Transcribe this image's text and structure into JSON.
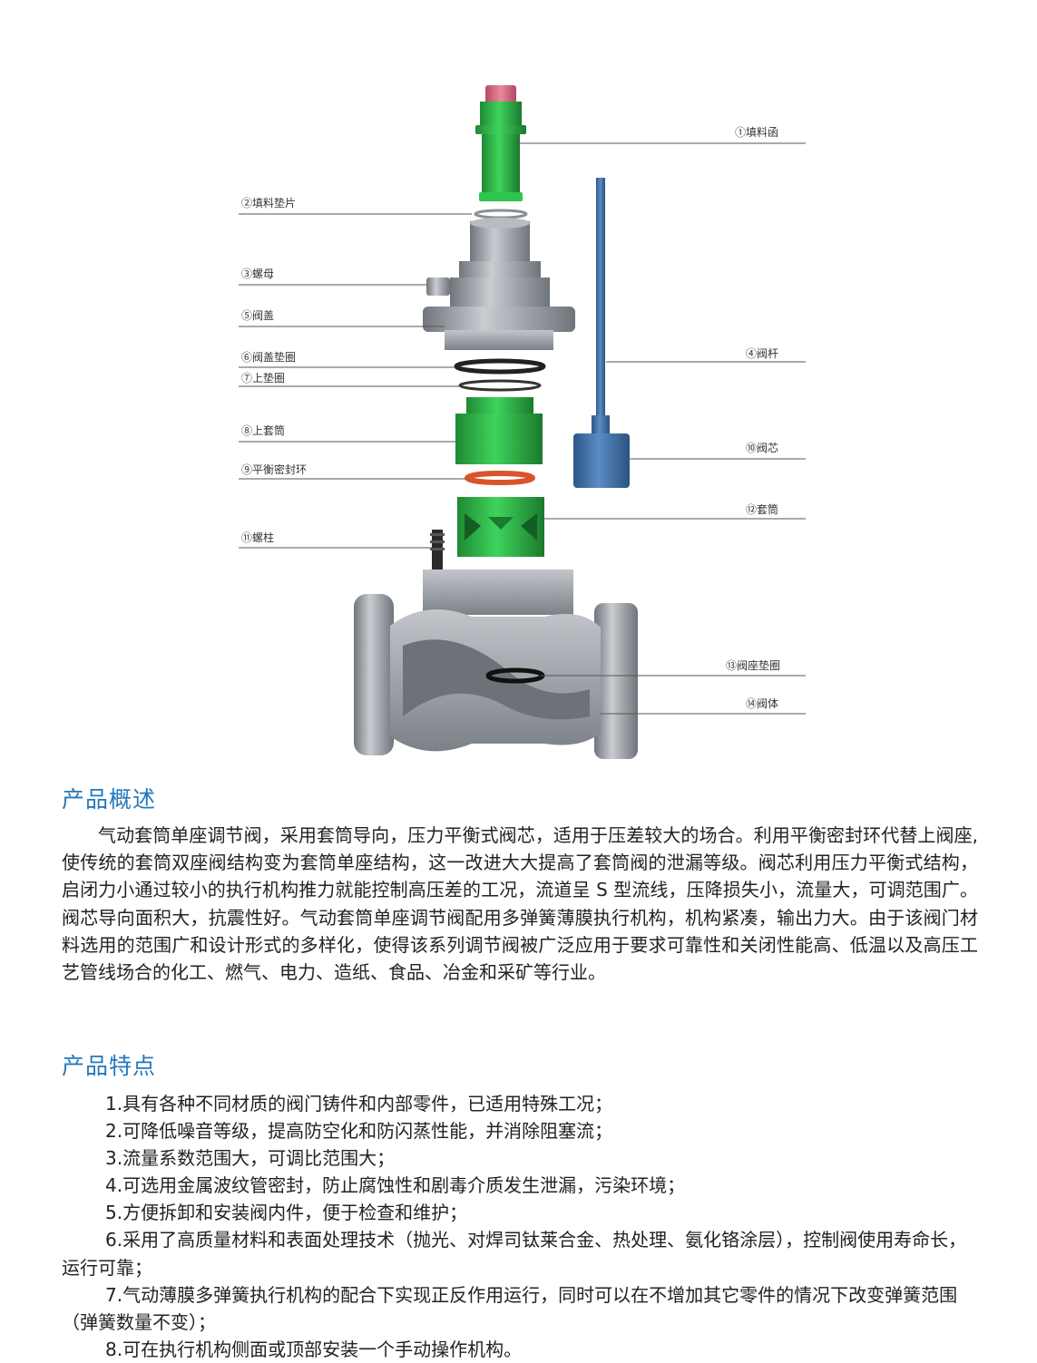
{
  "diagram": {
    "callouts": [
      {
        "id": "c1",
        "label": "①填料函"
      },
      {
        "id": "c2",
        "label": "②填料垫片"
      },
      {
        "id": "c3",
        "label": "③螺母"
      },
      {
        "id": "c5",
        "label": "⑤阀盖"
      },
      {
        "id": "c6",
        "label": "⑥阀盖垫圈"
      },
      {
        "id": "c7",
        "label": "⑦上垫圈"
      },
      {
        "id": "c8",
        "label": "⑧上套筒"
      },
      {
        "id": "c9",
        "label": "⑨平衡密封环"
      },
      {
        "id": "c11",
        "label": "⑪螺柱"
      },
      {
        "id": "c4",
        "label": "④阀杆"
      },
      {
        "id": "c10",
        "label": "⑩阀芯"
      },
      {
        "id": "c12",
        "label": "⑫套筒"
      },
      {
        "id": "c13",
        "label": "⑬阀座垫圈"
      },
      {
        "id": "c14",
        "label": "⑭阀体"
      }
    ],
    "colors": {
      "green": "#2fb84a",
      "green_dark": "#1e8a33",
      "pink": "#d4607a",
      "steel": "#a9adb3",
      "steel_dark": "#70757c",
      "stem_blue": "#3f6fa6",
      "ring_orange": "#d9542b"
    }
  },
  "overview": {
    "title": "产品概述",
    "paragraph": "气动套筒单座调节阀，采用套筒导向，压力平衡式阀芯，适用于压差较大的场合。利用平衡密封环代替上阀座,使传统的套筒双座阀结构变为套筒单座结构，这一改进大大提高了套筒阀的泄漏等级。阀芯利用压力平衡式结构，启闭力小通过较小的执行机构推力就能控制高压差的工况，流道呈 S 型流线，压降损失小，流量大，可调范围广。阀芯导向面积大，抗震性好。气动套筒单座调节阀配用多弹簧薄膜执行机构，机构紧凑，输出力大。由于该阀门材料选用的范围广和设计形式的多样化，使得该系列调节阀被广泛应用于要求可靠性和关闭性能高、低温以及高压工艺管线场合的化工、燃气、电力、造纸、食品、冶金和采矿等行业。"
  },
  "features": {
    "title": "产品特点",
    "items": [
      "1.具有各种不同材质的阀门铸件和内部零件，已适用特殊工况；",
      "2.可降低噪音等级，提高防空化和防闪蒸性能，并消除阻塞流；",
      "3.流量系数范围大，可调比范围大；",
      "4.可选用金属波纹管密封，防止腐蚀性和剧毒介质发生泄漏，污染环境；",
      "5.方便拆卸和安装阀内件，便于检查和维护；",
      "6.采用了高质量材料和表面处理技术（抛光、对焊司钛莱合金、热处理、氨化铬涂层），控制阀使用寿命长，运行可靠；",
      "7.气动薄膜多弹簧执行机构的配合下实现正反作用运行，同时可以在不增加其它零件的情况下改变弹簧范围（弹簧数量不变）；",
      "8.可在执行机构侧面或顶部安装一个手动操作机构。"
    ]
  }
}
